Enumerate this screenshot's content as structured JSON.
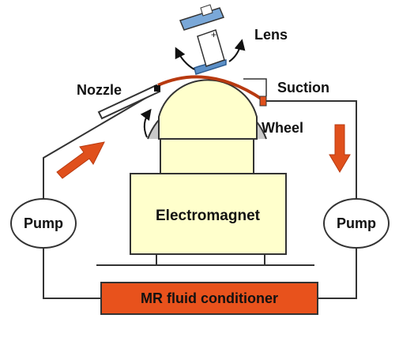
{
  "labels": {
    "lens": "Lens",
    "nozzle": "Nozzle",
    "suction": "Suction",
    "wheel": "Wheel",
    "pump_left": "Pump",
    "pump_right": "Pump",
    "electromagnet": "Electromagnet",
    "conditioner": "MR fluid conditioner",
    "lens_plus": "+"
  },
  "colors": {
    "block_fill": "#ffffcc",
    "line": "#333333",
    "mr_fluid": "#b83a10",
    "arrow": "#e0501c",
    "conditioner_fill": "#e8521c",
    "lens_blue": "#5b8fc7"
  }
}
